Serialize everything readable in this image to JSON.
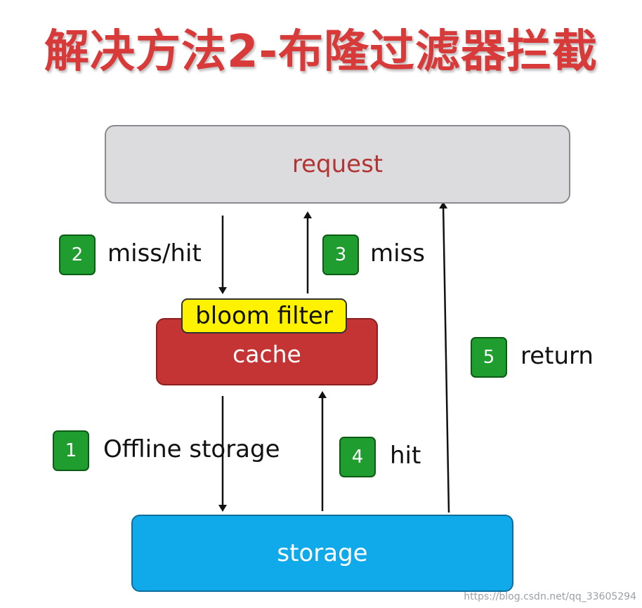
{
  "title": "解决方法2-布隆过滤器拦截",
  "nodes": {
    "request": "request",
    "bloom_filter": "bloom filter",
    "cache": "cache",
    "storage": "storage"
  },
  "steps": [
    {
      "number": "1",
      "label": "Offline storage"
    },
    {
      "number": "2",
      "label": "miss/hit"
    },
    {
      "number": "3",
      "label": "miss"
    },
    {
      "number": "4",
      "label": "hit"
    },
    {
      "number": "5",
      "label": "return"
    }
  ],
  "watermark": "https://blog.csdn.net/qq_33605294",
  "colors": {
    "title": "#d83a3a",
    "request_fill": "#dcdcdf",
    "request_text": "#b23434",
    "cache_fill": "#c53434",
    "bloom_fill": "#fff200",
    "storage_fill": "#10aaeb",
    "badge_fill": "#1f9d2f"
  }
}
